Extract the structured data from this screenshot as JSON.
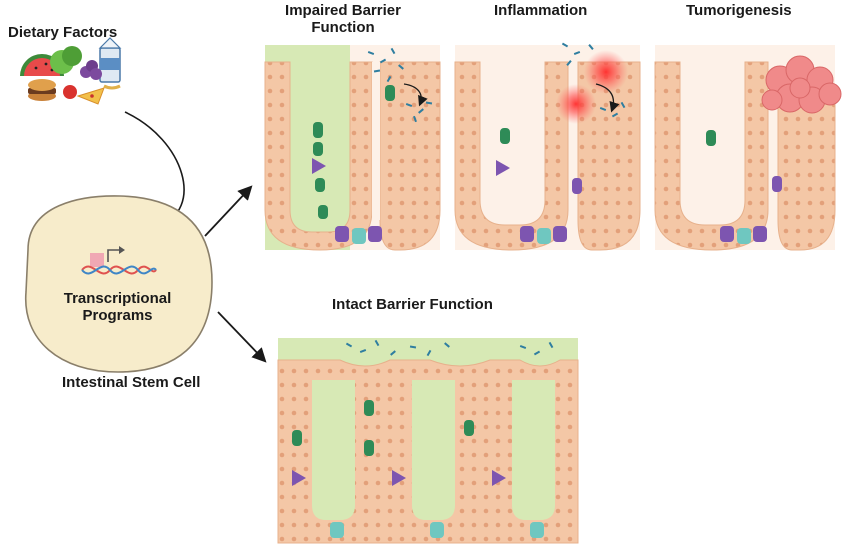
{
  "labels": {
    "dietary_factors": "Dietary Factors",
    "impaired_line1": "Impaired Barrier",
    "impaired_line2": "Function",
    "inflammation": "Inflammation",
    "tumorigenesis": "Tumorigenesis",
    "transcriptional_line1": "Transcriptional",
    "transcriptional_line2": "Programs",
    "intestinal_stem_cell": "Intestinal Stem Cell",
    "intact_barrier": "Intact Barrier Function"
  },
  "colors": {
    "mucus": "#d7e9b5",
    "epithelium": "#f4c7a6",
    "cell_nucleus": "#e3a07a",
    "stroma": "#fdf1e8",
    "goblet": "#2e8b57",
    "paneth": "#7d55b0",
    "stem": "#6fc7c0",
    "stem_cell_body": "#f7eccb",
    "stem_cell_outline": "#8a7f6a",
    "inflammation_glow": "#ff3b3b",
    "tumor": "#f08a8a",
    "dna_red": "#e0524f",
    "dna_blue": "#3f86c6",
    "arrow": "#1a1a1a"
  },
  "icons": [
    "food-icon",
    "dna-icon",
    "bacteria-icon",
    "tumor-icon"
  ]
}
